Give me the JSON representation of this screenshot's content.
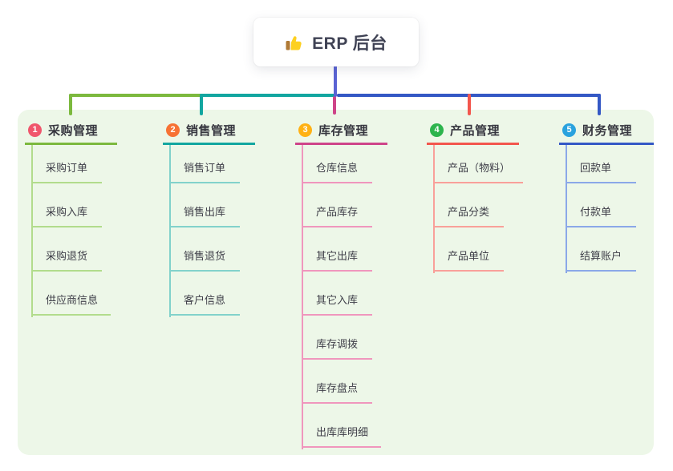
{
  "root": {
    "icon": "thumbs-up-icon",
    "title": "ERP 后台"
  },
  "branches": [
    {
      "index": "1",
      "title": "采购管理",
      "badge_color": "#f0566c",
      "line_color": "#7cb93e",
      "child_line_color": "#b2dc8c",
      "children": [
        "采购订单",
        "采购入库",
        "采购退货",
        "供应商信息"
      ]
    },
    {
      "index": "2",
      "title": "销售管理",
      "badge_color": "#f77234",
      "line_color": "#12a6a0",
      "child_line_color": "#82d2cb",
      "children": [
        "销售订单",
        "销售出库",
        "销售退货",
        "客户信息"
      ]
    },
    {
      "index": "3",
      "title": "库存管理",
      "badge_color": "#ffb114",
      "line_color": "#ce4489",
      "child_line_color": "#f096bd",
      "children": [
        "仓库信息",
        "产品库存",
        "其它出库",
        "其它入库",
        "库存调拨",
        "库存盘点",
        "出库库明细"
      ]
    },
    {
      "index": "4",
      "title": "产品管理",
      "badge_color": "#2db44d",
      "line_color": "#f3564d",
      "child_line_color": "#f9a09a",
      "children": [
        "产品（物料）",
        "产品分类",
        "产品单位"
      ]
    },
    {
      "index": "5",
      "title": "财务管理",
      "badge_color": "#2aa2de",
      "line_color": "#3458c5",
      "child_line_color": "#8ba8e8",
      "children": [
        "回款单",
        "付款单",
        "结算账户"
      ]
    }
  ],
  "colors": {
    "canvas_background": "#ffffff",
    "panel_background": "#edf7e8",
    "root_connector": "#5a63d4",
    "text": "#3c3c46"
  }
}
